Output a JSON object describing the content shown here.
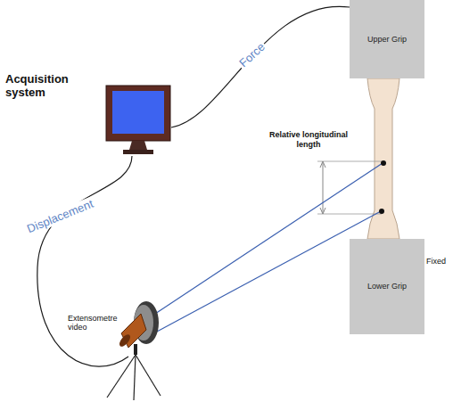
{
  "diagram": {
    "nodes": [
      {
        "text": [
          "Acquisition system"
        ]
      },
      {
        "text": [
          "Upper Grip"
        ]
      },
      {
        "text": [
          "Lower Grip"
        ]
      },
      {
        "text": [
          "Extensometre video"
        ]
      }
    ],
    "edges": [
      {
        "from": 1,
        "to": 0,
        "label": "Force",
        "arrow": "none"
      },
      {
        "from": 3,
        "to": 0,
        "label": "Displacement",
        "arrow": "none"
      }
    ],
    "labels": [
      "Relative longitudinal length",
      "Fixed"
    ]
  }
}
